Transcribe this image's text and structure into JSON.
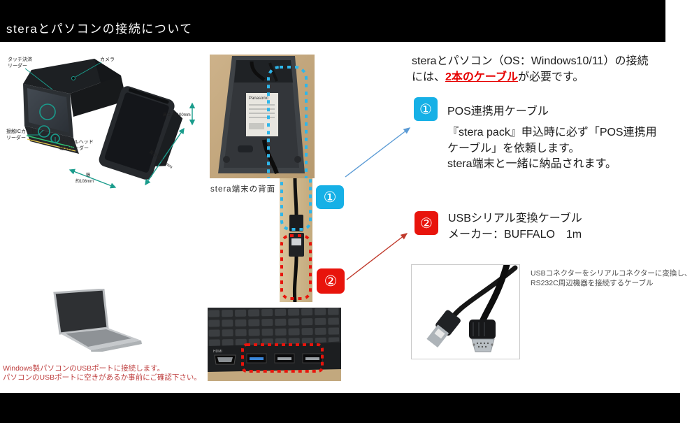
{
  "header": {
    "title": "steraとパソコンの接続について"
  },
  "colors": {
    "accent_blue": "#16b0e6",
    "accent_red": "#e8140c",
    "warning_red": "#bf4040",
    "annotation_teal": "#1a9c8c"
  },
  "diagram": {
    "touch_l1": "タッチ決済",
    "touch_l2": "リーダー",
    "camera": "カメラ",
    "ic_l1": "接触ICカード",
    "ic_l2": "リーダー",
    "dual_l1": "デュアルヘッド",
    "dual_l2": "磁気リーダー",
    "dim_height": "高さ 約100mm",
    "dim_depth": "奥行 約266mm",
    "dim_width_l1": "幅",
    "dim_width_l2": "約108mm"
  },
  "center": {
    "terminal_caption": "stera端末の背面",
    "brand": "Panasonic",
    "hdmi": "HDMI",
    "marker1": "①",
    "marker2": "②"
  },
  "right": {
    "intro_part1": "steraとパソコン（OS：Windows10/11）の接続には、",
    "intro_highlight": "2本のケーブル",
    "intro_part2": "が必要です。",
    "item1": {
      "number": "①",
      "title": "POS連携用ケーブル",
      "desc1": "『stera pack』申込時に必ず「POS連携用ケーブル」を依頼します。",
      "desc2": "stera端末と一緒に納品されます。"
    },
    "item2": {
      "number": "②",
      "title": "USBシリアル変換ケーブル",
      "maker": "メーカー：BUFFALO　1m",
      "note": "USBコネクターをシリアルコネクターに変換し、RS232C周辺機器を接続するケーブル"
    }
  },
  "footer": {
    "warning1": "Windows製パソコンのUSBポートに接続します。",
    "warning2": "パソコンのUSBポートに空きがあるか事前にご確認下さい。"
  }
}
